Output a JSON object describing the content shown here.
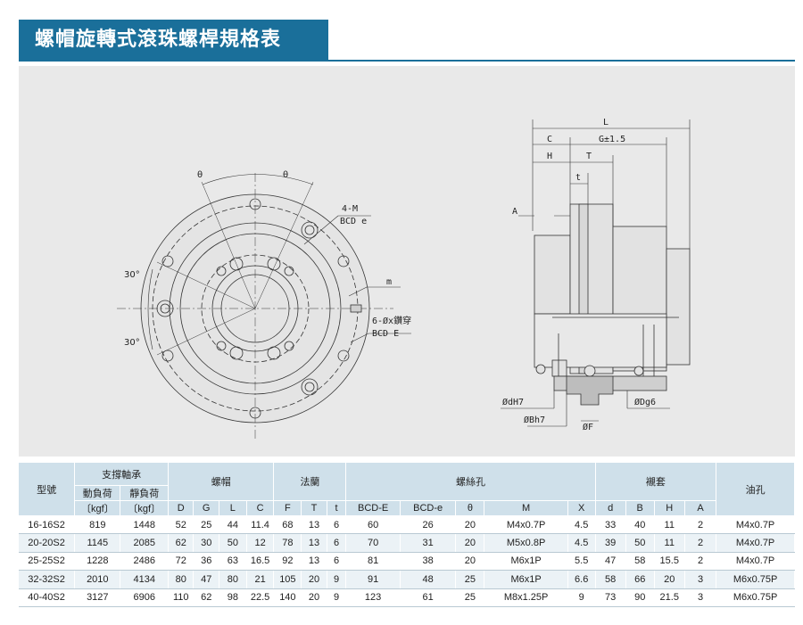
{
  "title": "螺帽旋轉式滾珠螺桿規格表",
  "drawing_labels": {
    "theta_left": "θ",
    "theta_right": "θ",
    "angle_top": "30°",
    "angle_bottom": "30°",
    "m4": "4-M",
    "bcd_e": "BCD e",
    "m": "m",
    "holes": "6-Øx鑽穿",
    "bcd_E": "BCD E",
    "L": "L",
    "C": "C",
    "G": "G±1.5",
    "H": "H",
    "T": "T",
    "t": "t",
    "A": "A",
    "dH7": "ØdH7",
    "Bh7": "ØBh7",
    "F": "ØF",
    "Dg6": "ØDg6"
  },
  "table": {
    "col_model": "型號",
    "grp_bearing": "支撐軸承",
    "grp_nut": "螺帽",
    "grp_flange": "法蘭",
    "grp_thread": "螺絲孔",
    "grp_sleeve": "襯套",
    "col_oil": "油孔",
    "dyn_load": "動負荷",
    "static_load": "靜負荷",
    "unit_dyn": "〔kgf〕",
    "unit_static": "〔kgf〕",
    "sub": [
      "D",
      "G",
      "L",
      "C",
      "F",
      "T",
      "t",
      "BCD-E",
      "BCD-e",
      "θ",
      "M",
      "X",
      "d",
      "B",
      "H",
      "A"
    ],
    "rows": [
      [
        "16-16S2",
        "819",
        "1448",
        "52",
        "25",
        "44",
        "11.4",
        "68",
        "13",
        "6",
        "60",
        "26",
        "20",
        "M4x0.7P",
        "4.5",
        "33",
        "40",
        "11",
        "2",
        "M4x0.7P"
      ],
      [
        "20-20S2",
        "1145",
        "2085",
        "62",
        "30",
        "50",
        "12",
        "78",
        "13",
        "6",
        "70",
        "31",
        "20",
        "M5x0.8P",
        "4.5",
        "39",
        "50",
        "11",
        "2",
        "M4x0.7P"
      ],
      [
        "25-25S2",
        "1228",
        "2486",
        "72",
        "36",
        "63",
        "16.5",
        "92",
        "13",
        "6",
        "81",
        "38",
        "20",
        "M6x1P",
        "5.5",
        "47",
        "58",
        "15.5",
        "2",
        "M4x0.7P"
      ],
      [
        "32-32S2",
        "2010",
        "4134",
        "80",
        "47",
        "80",
        "21",
        "105",
        "20",
        "9",
        "91",
        "48",
        "25",
        "M6x1P",
        "6.6",
        "58",
        "66",
        "20",
        "3",
        "M6x0.75P"
      ],
      [
        "40-40S2",
        "3127",
        "6906",
        "110",
        "62",
        "98",
        "22.5",
        "140",
        "20",
        "9",
        "123",
        "61",
        "25",
        "M8x1.25P",
        "9",
        "73",
        "90",
        "21.5",
        "3",
        "M6x0.75P"
      ]
    ]
  }
}
